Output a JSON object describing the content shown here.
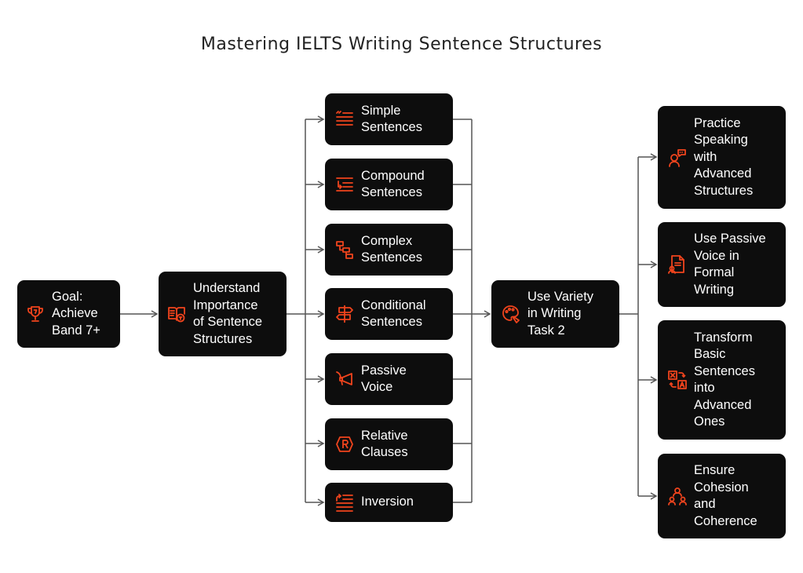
{
  "title": "Mastering IELTS Writing Sentence Structures",
  "accent_color": "#f0441d",
  "nodes": {
    "goal": {
      "label": "Goal:\nAchieve\nBand 7+",
      "icon": "trophy-icon"
    },
    "understand": {
      "label": "Understand\nImportance\nof Sentence\nStructures",
      "icon": "book-icon"
    },
    "simple": {
      "label": "Simple\nSentences",
      "icon": "quote-list-icon"
    },
    "compound": {
      "label": "Compound\nSentences",
      "icon": "list-arrow-icon"
    },
    "complex": {
      "label": "Complex\nSentences",
      "icon": "hierarchy-icon"
    },
    "conditional": {
      "label": "Conditional\nSentences",
      "icon": "signpost-icon"
    },
    "passive": {
      "label": "Passive\nVoice",
      "icon": "megaphone-icon"
    },
    "relative": {
      "label": "Relative\nClauses",
      "icon": "r-badge-icon"
    },
    "inversion": {
      "label": "Inversion",
      "icon": "list-redo-icon"
    },
    "variety": {
      "label": "Use Variety\nin Writing\nTask 2",
      "icon": "palette-icon"
    },
    "practice": {
      "label": "Practice\nSpeaking\nwith\nAdvanced\nStructures",
      "icon": "speaking-person-icon"
    },
    "passive_voice": {
      "label": "Use Passive\nVoice in\nFormal\nWriting",
      "icon": "document-user-icon"
    },
    "transform": {
      "label": "Transform\nBasic\nSentences\ninto\nAdvanced\nOnes",
      "icon": "translate-icon"
    },
    "cohesion": {
      "label": "Ensure\nCohesion\nand\nCoherence",
      "icon": "team-icon"
    }
  }
}
